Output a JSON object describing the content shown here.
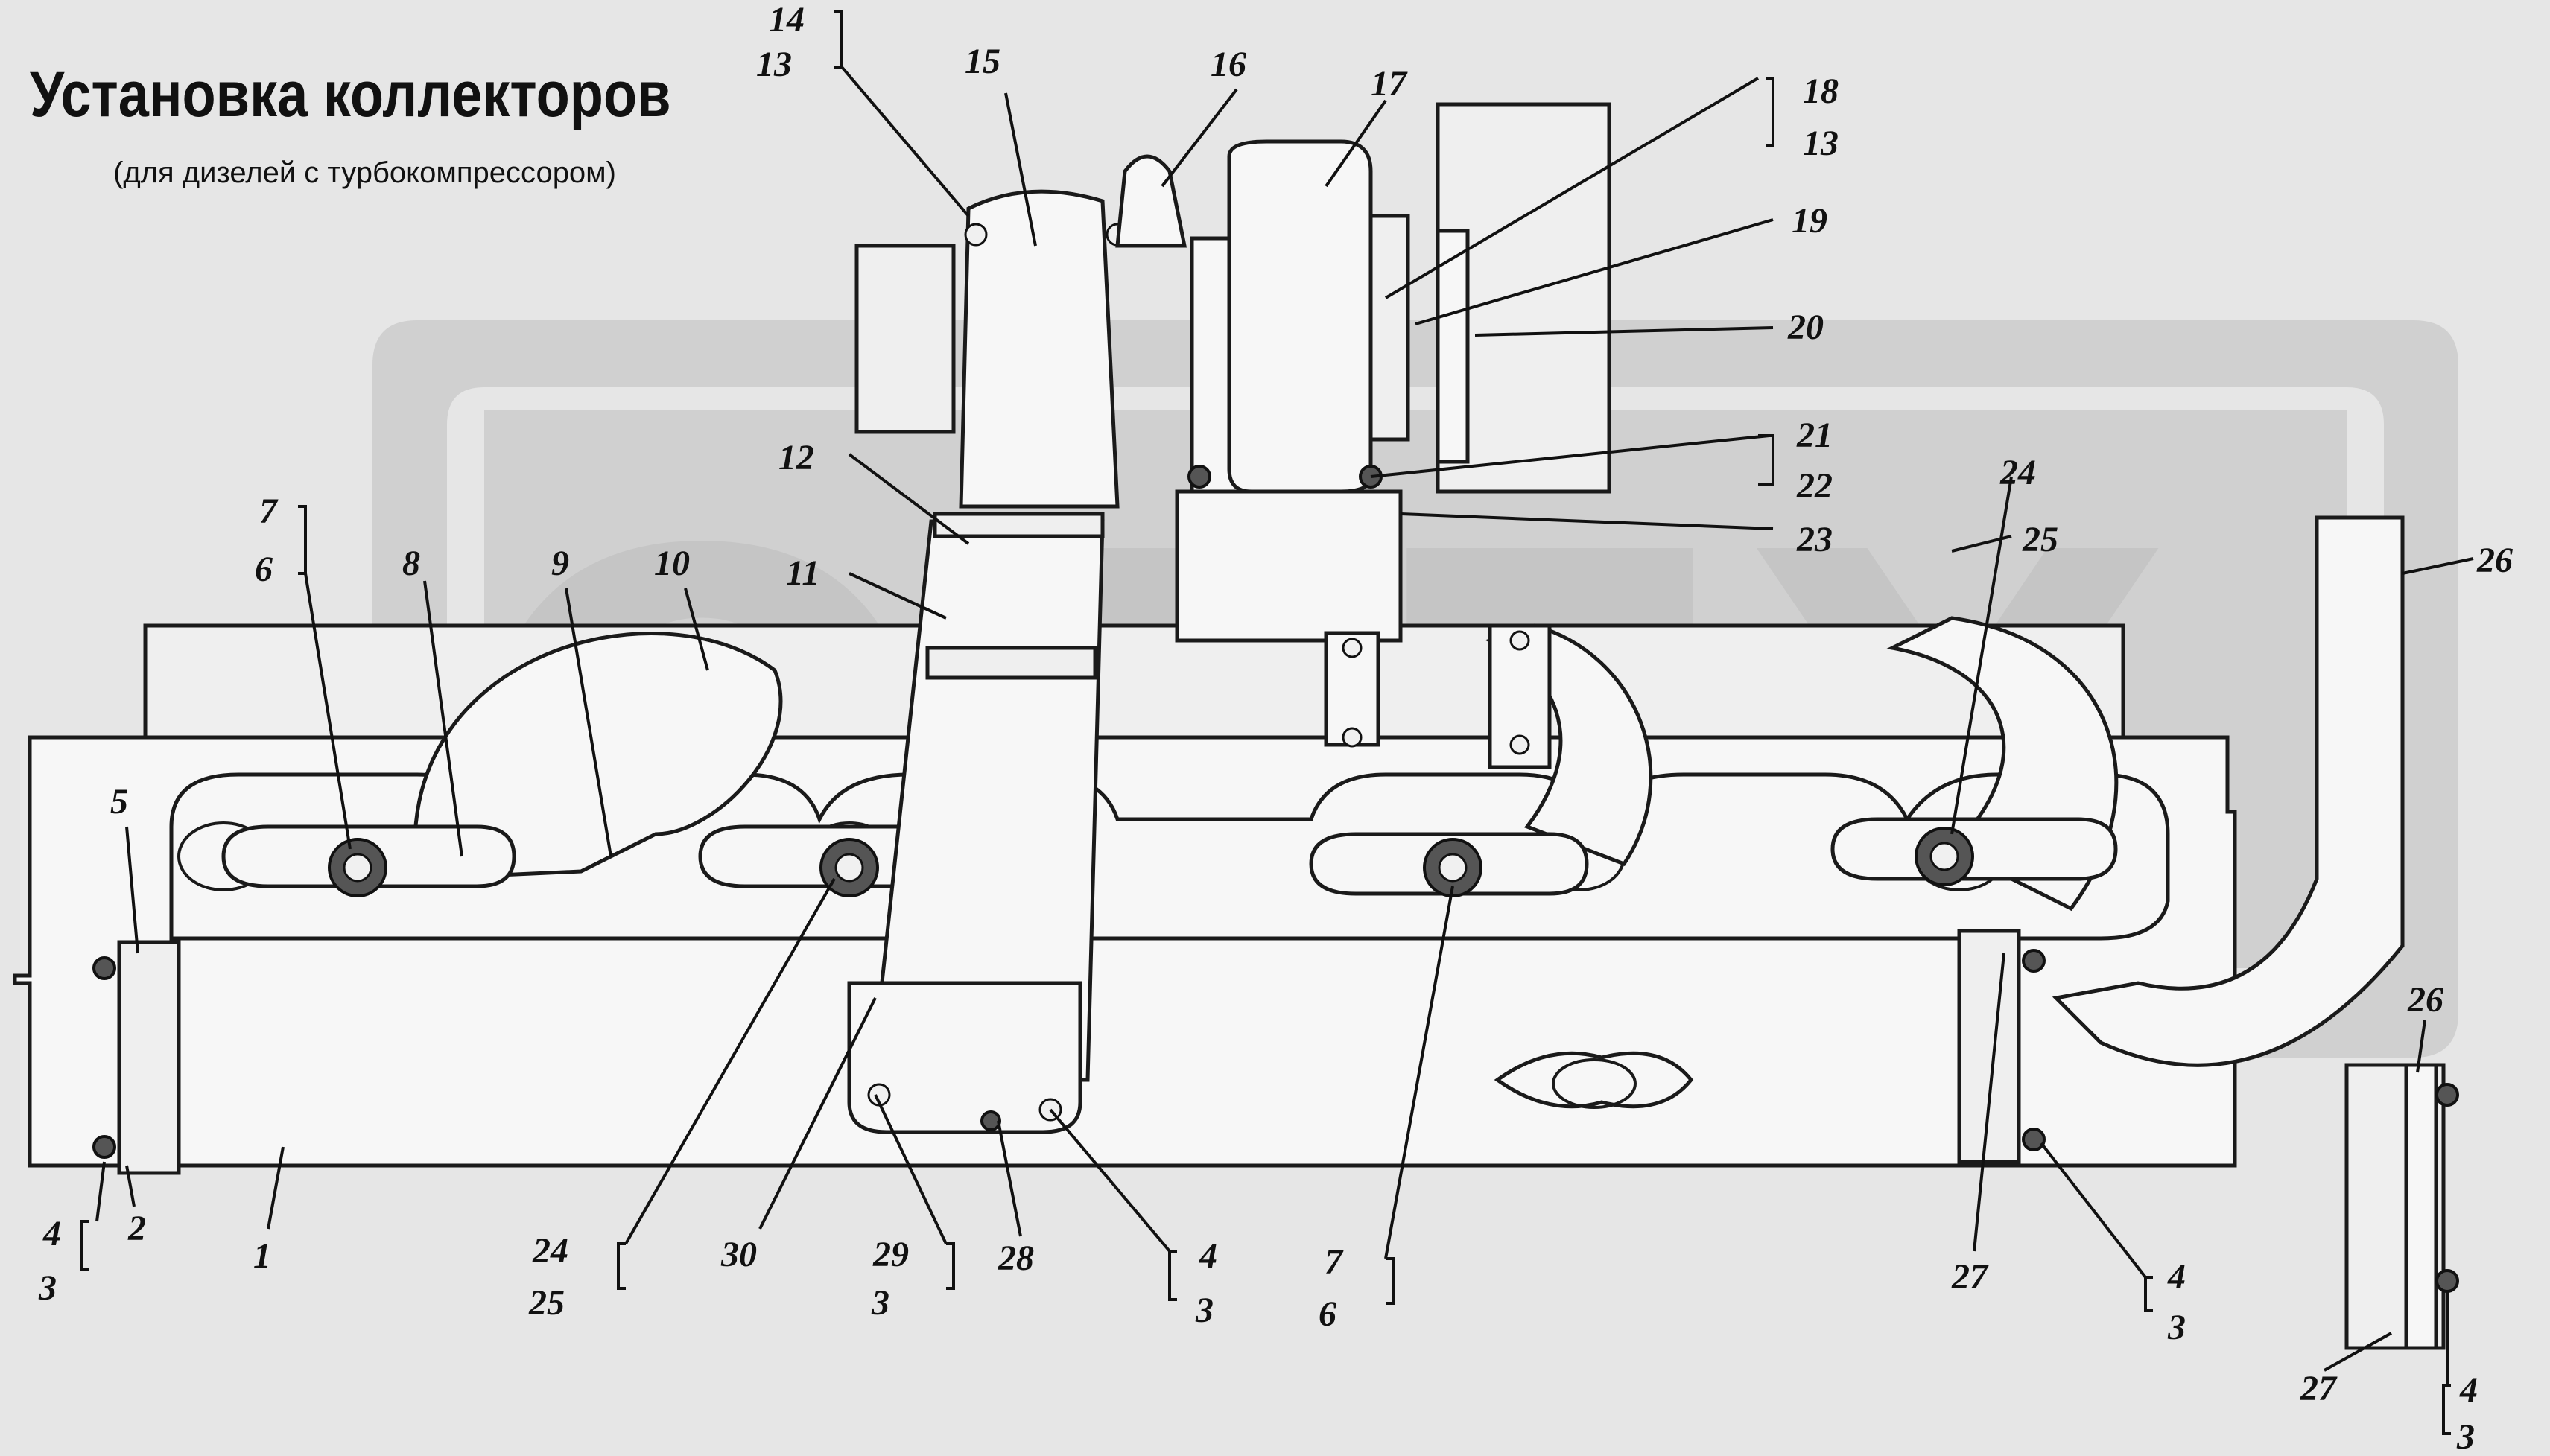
{
  "title": "Установка коллекторов",
  "subtitle": "(для дизелей с турбокомпрессором)",
  "callouts": [
    {
      "id": "c14",
      "text": "14"
    },
    {
      "id": "c13a",
      "text": "13"
    },
    {
      "id": "c15",
      "text": "15"
    },
    {
      "id": "c16",
      "text": "16"
    },
    {
      "id": "c17",
      "text": "17"
    },
    {
      "id": "c18",
      "text": "18"
    },
    {
      "id": "c13b",
      "text": "13"
    },
    {
      "id": "c19",
      "text": "19"
    },
    {
      "id": "c20",
      "text": "20"
    },
    {
      "id": "c21",
      "text": "21"
    },
    {
      "id": "c22",
      "text": "22"
    },
    {
      "id": "c23",
      "text": "23"
    },
    {
      "id": "c24a",
      "text": "24"
    },
    {
      "id": "c25a",
      "text": "25"
    },
    {
      "id": "c26a",
      "text": "26"
    },
    {
      "id": "c12",
      "text": "12"
    },
    {
      "id": "c11",
      "text": "11"
    },
    {
      "id": "c10",
      "text": "10"
    },
    {
      "id": "c9",
      "text": "9"
    },
    {
      "id": "c8",
      "text": "8"
    },
    {
      "id": "c7a",
      "text": "7"
    },
    {
      "id": "c6a",
      "text": "6"
    },
    {
      "id": "c5",
      "text": "5"
    },
    {
      "id": "c4a",
      "text": "4"
    },
    {
      "id": "c3a",
      "text": "3"
    },
    {
      "id": "c2",
      "text": "2"
    },
    {
      "id": "c1",
      "text": "1"
    },
    {
      "id": "c24b",
      "text": "24"
    },
    {
      "id": "c25b",
      "text": "25"
    },
    {
      "id": "c30",
      "text": "30"
    },
    {
      "id": "c29",
      "text": "29"
    },
    {
      "id": "c3b",
      "text": "3"
    },
    {
      "id": "c28",
      "text": "28"
    },
    {
      "id": "c4b",
      "text": "4"
    },
    {
      "id": "c3c",
      "text": "3"
    },
    {
      "id": "c7b",
      "text": "7"
    },
    {
      "id": "c6b",
      "text": "6"
    },
    {
      "id": "c27a",
      "text": "27"
    },
    {
      "id": "c4c",
      "text": "4"
    },
    {
      "id": "c3d",
      "text": "3"
    },
    {
      "id": "c26b",
      "text": "26"
    },
    {
      "id": "c27b",
      "text": "27"
    },
    {
      "id": "c4d",
      "text": "4"
    },
    {
      "id": "c3e",
      "text": "3"
    }
  ],
  "watermark": {
    "text": "ОРЕХ",
    "color": "#bdbdbd"
  },
  "colors": {
    "background": "#e6e6e6",
    "line": "#1a1a1a",
    "part_fill": "#f7f7f7"
  }
}
